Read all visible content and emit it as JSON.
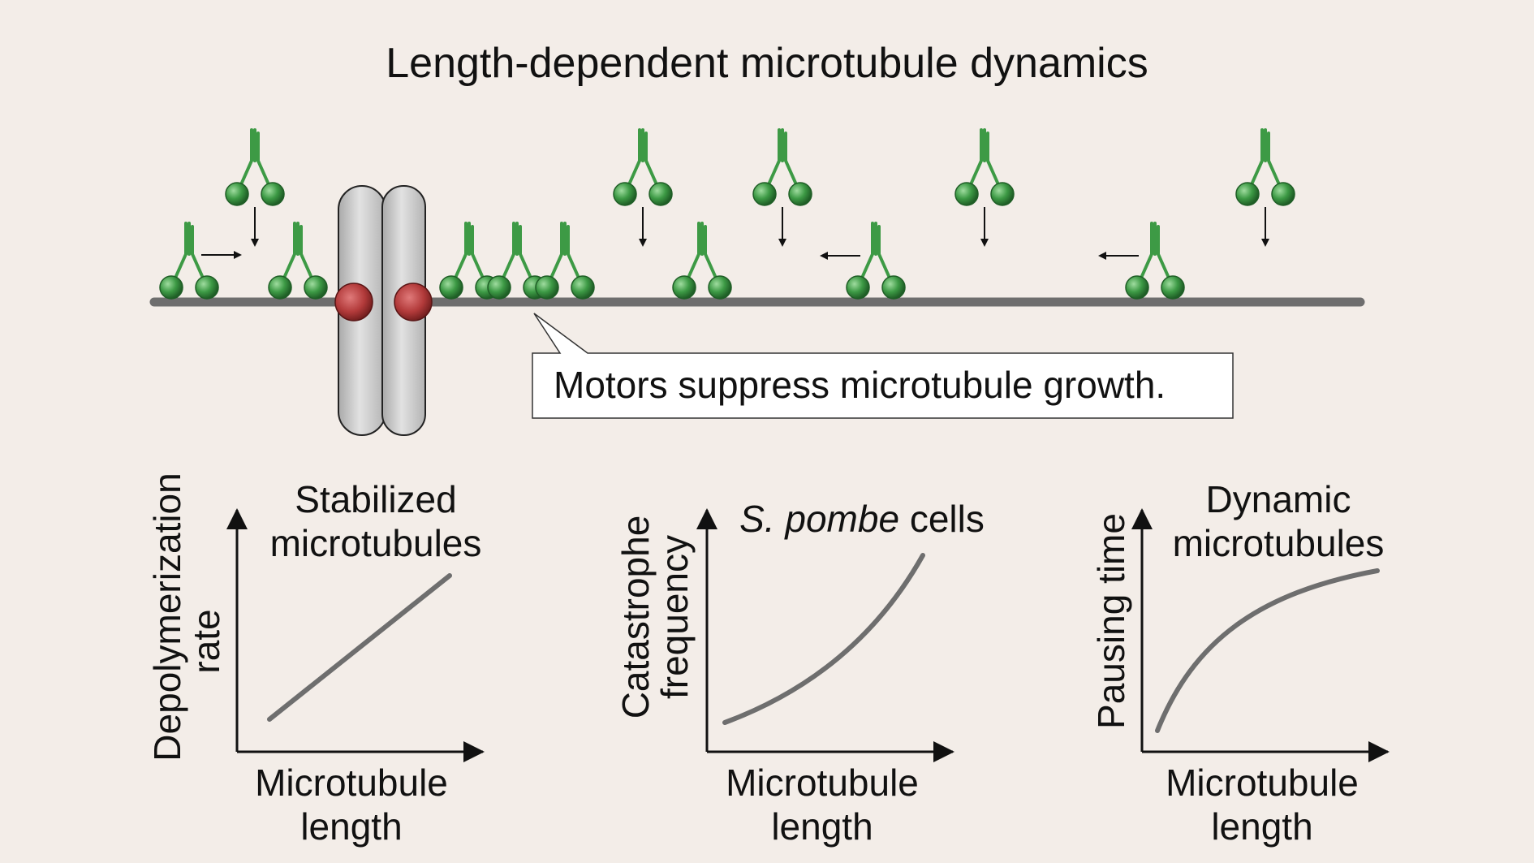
{
  "title": "Length-dependent microtubule dynamics",
  "callout": "Motors suppress microtubule growth.",
  "colors": {
    "background": "#f3ede8",
    "microtubule": "#6e6e6e",
    "motor": "#3d9a45",
    "kinetochore": "#b23a3a",
    "chromosome": "#cfcfcf"
  },
  "panels": [
    {
      "title_line1": "Stabilized",
      "title_line2": "microtubules",
      "ylabel_line1": "Depolymerization",
      "ylabel_line2": "rate",
      "xlabel_line1": "Microtubule",
      "xlabel_line2": "length",
      "curve": "increasing-linear"
    },
    {
      "title_italic": "S. pombe",
      "title_rest": " cells",
      "ylabel_line1": "Catastrophe",
      "ylabel_line2": "frequency",
      "xlabel_line1": "Microtubule",
      "xlabel_line2": "length",
      "curve": "increasing-convex"
    },
    {
      "title_line1": "Dynamic",
      "title_line2": "microtubules",
      "ylabel_line1": "Pausing time",
      "xlabel_line1": "Microtubule",
      "xlabel_line2": "length",
      "curve": "increasing-saturating"
    }
  ]
}
